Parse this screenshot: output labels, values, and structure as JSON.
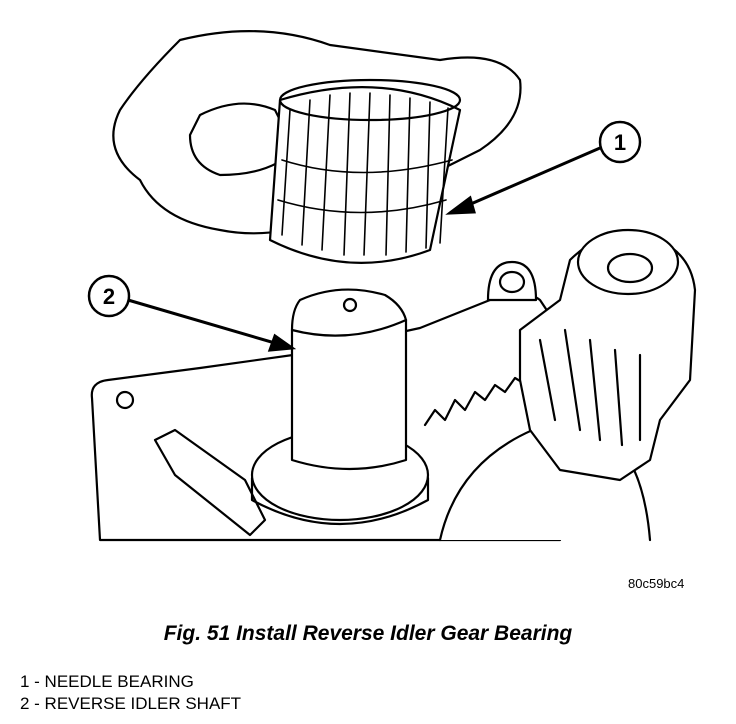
{
  "figure": {
    "callouts": [
      {
        "number": "1",
        "target": "needle-bearing"
      },
      {
        "number": "2",
        "target": "reverse-idler-shaft"
      }
    ],
    "code": "80c59bc4"
  },
  "caption": "Fig. 51 Install Reverse Idler Gear Bearing",
  "legend": [
    {
      "text": "1 - NEEDLE BEARING"
    },
    {
      "text": "2 - REVERSE IDLER SHAFT"
    }
  ]
}
